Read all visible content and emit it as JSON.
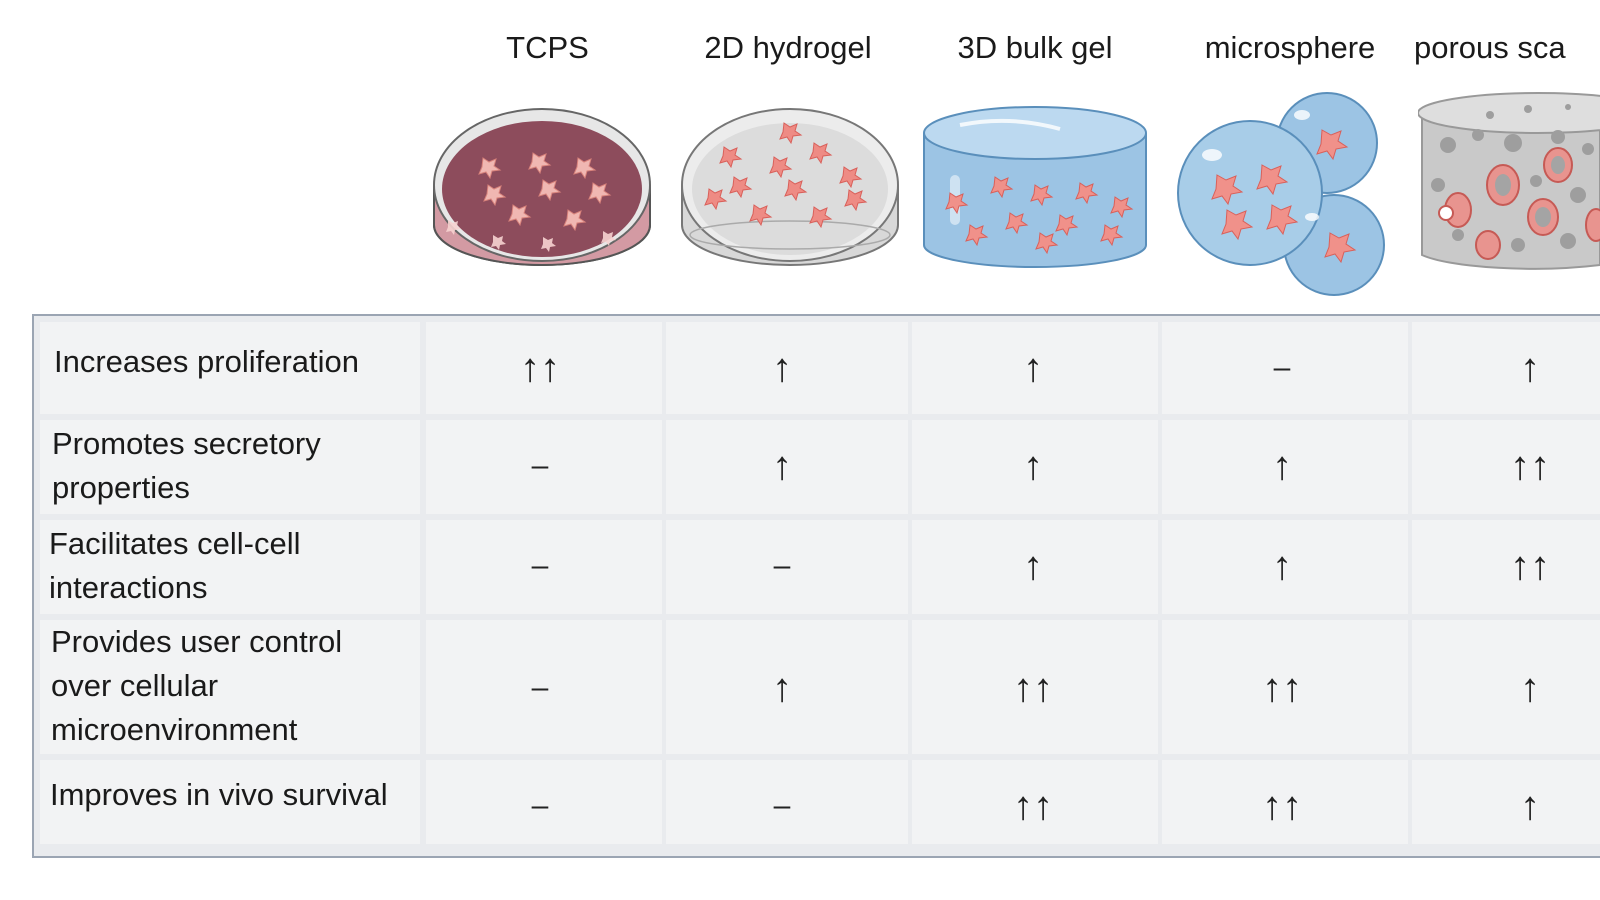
{
  "colors": {
    "table_border": "#9ba5b3",
    "cell_background": "#f2f3f4",
    "cell_gap": "#e9ebee",
    "cell_pink": "#e8948f",
    "gel_blue": "#a8cce8",
    "dish_red": "#9c5566"
  },
  "columns": [
    {
      "label": "TCPS",
      "icon": "tcps-dish-icon"
    },
    {
      "label": "2D hydrogel",
      "icon": "hydrogel-dish-icon"
    },
    {
      "label": "3D bulk gel",
      "icon": "bulk-gel-icon"
    },
    {
      "label": "microsphere",
      "icon": "microsphere-icon"
    },
    {
      "label": "porous sca",
      "icon": "porous-scaffold-icon"
    }
  ],
  "rows": [
    {
      "label": "Increases proliferation",
      "values": [
        "↑↑",
        "↑",
        "↑",
        "–",
        "↑"
      ]
    },
    {
      "label": "Promotes secretory properties",
      "values": [
        "–",
        "↑",
        "↑",
        "↑",
        "↑↑"
      ]
    },
    {
      "label": "Facilitates cell-cell interactions",
      "values": [
        "–",
        "–",
        "↑",
        "↑",
        "↑↑"
      ]
    },
    {
      "label": "Provides user control over cellular microenvironment",
      "values": [
        "–",
        "↑",
        "↑↑",
        "↑↑",
        "↑"
      ]
    },
    {
      "label": "Improves in vivo survival",
      "values": [
        "–",
        "–",
        "↑↑",
        "↑↑",
        "↑"
      ]
    }
  ]
}
